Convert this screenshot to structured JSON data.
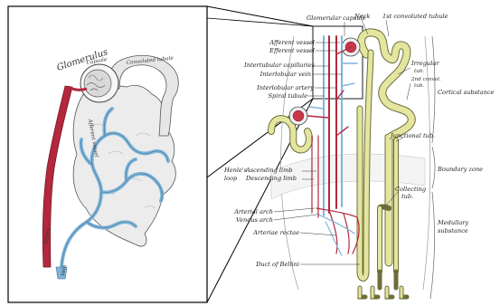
{
  "diagram": {
    "left_panel": {
      "labels": {
        "glomerulus": "Glomerulus",
        "capsule": "Capsule",
        "convoluted_tubule": "Convoluted tubule",
        "afferent_vessel": "Afferent vessel",
        "artery": "Artery",
        "vein": "Vein"
      }
    },
    "right_panel": {
      "top_labels": {
        "glomerular_capsule": "Glomerular capsule",
        "neck": "Neck",
        "first_convoluted_tubule": "1st convoluted tubule"
      },
      "left_labels": {
        "afferent_vessel": "Afferent vessel",
        "efferent_vessel": "Efferent vessel",
        "intertubular_capillaries": "Intertubular capillaries",
        "interlobular_vein": "Interlobular vein",
        "interlobular_artery": "Interlobular artery",
        "spiral_tubule": "Spiral tubule",
        "henles_loop": "Henle's",
        "henles_loop_2": "loop",
        "ascending_limb": "Ascending limb",
        "descending_limb": "Descending limb",
        "arterial_arch": "Arterial arch",
        "venous_arch": "Venous arch",
        "arteriae_rectae": "Arteriae rectae",
        "duct_of_bellini": "Duct of Bellini"
      },
      "right_labels": {
        "irregular_tub": "Irregular",
        "irregular_tub_2": "tub.",
        "second_convol_tub": "2nd convol.",
        "second_convol_tub_2": "tub.",
        "junctional_tub": "Junctional tub.",
        "collecting_tub": "Collecting",
        "collecting_tub_2": "tub."
      },
      "zones": {
        "cortical": "Cortical substance",
        "boundary": "Boundary zone",
        "medullary": "Medullary",
        "medullary_2": "substance"
      }
    },
    "colors": {
      "artery": "#b3283c",
      "vein": "#7fb4d8",
      "tubule_fill": "#e4e6a0",
      "tubule_stroke": "#6d6e3a",
      "capsule": "#f2f2f2"
    }
  }
}
